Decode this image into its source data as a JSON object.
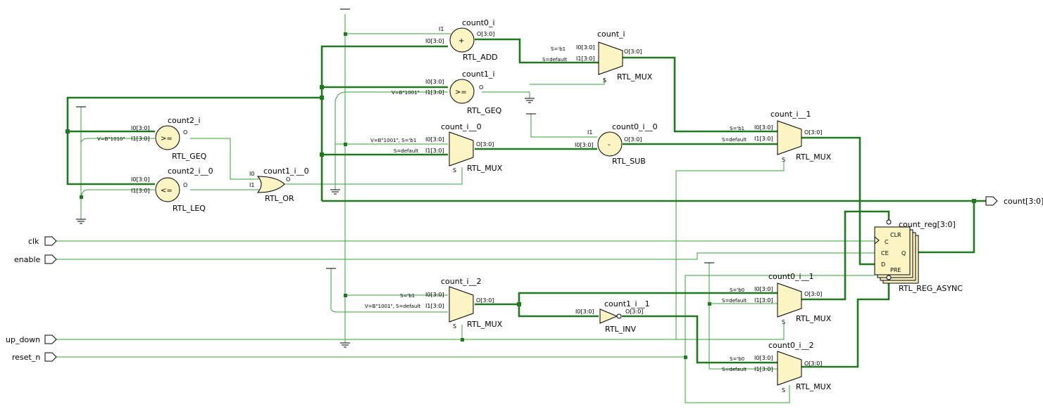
{
  "ports": {
    "clk": "clk",
    "enable": "enable",
    "up_down": "up_down",
    "reset_n": "reset_n",
    "count": "count[3:0]"
  },
  "cells": {
    "count0_i": {
      "name": "count0_i",
      "type": "RTL_ADD",
      "pin_i1": "I1",
      "pin_i0": "I0[3:0]",
      "pin_o": "O[3:0]",
      "op": "+"
    },
    "count1_i": {
      "name": "count1_i",
      "type": "RTL_GEQ",
      "pin_i0": "I0[3:0]",
      "pin_i1": "I1[3:0]",
      "pin_o": "O",
      "op": ">=",
      "const": "V=B\"1001\""
    },
    "count2_i": {
      "name": "count2_i",
      "type": "RTL_GEQ",
      "pin_i0": "I0[3:0]",
      "pin_i1": "I1[3:0]",
      "pin_o": "O",
      "op": ">=",
      "const": "V=B\"1010\""
    },
    "count2_i__0": {
      "name": "count2_i__0",
      "type": "RTL_LEQ",
      "pin_i0": "I0[3:0]",
      "pin_i1": "I1[3:0]",
      "pin_o": "O",
      "op": "<="
    },
    "count1_i__0": {
      "name": "count1_i__0",
      "type": "RTL_OR",
      "pin_i0": "I0",
      "pin_i1": "I1",
      "pin_o": "O"
    },
    "count_i": {
      "name": "count_i",
      "type": "RTL_MUX",
      "pin_i0": "I0[3:0]",
      "pin_i1": "I1[3:0]",
      "pin_o": "O[3:0]",
      "pin_s": "S",
      "sel0": "S='b1",
      "sel1": "S=default"
    },
    "count_i__0": {
      "name": "count_i__0",
      "type": "RTL_MUX",
      "pin_i0": "I0[3:0]",
      "pin_i1": "I1[3:0]",
      "pin_o": "O[3:0]",
      "pin_s": "S",
      "sel0": "V=B\"1001\", S='b1",
      "sel1": "S=default"
    },
    "count0_i__0": {
      "name": "count0_i__0",
      "type": "RTL_SUB",
      "pin_i1": "I1",
      "pin_i0": "I0[3:0]",
      "pin_o": "O[3:0]",
      "op": "-"
    },
    "count_i__1": {
      "name": "count_i__1",
      "type": "RTL_MUX",
      "pin_i0": "I0[3:0]",
      "pin_i1": "I1[3:0]",
      "pin_o": "O[3:0]",
      "pin_s": "S",
      "sel0": "S='b1",
      "sel1": "S=default"
    },
    "count_reg": {
      "name": "count_reg[3:0]",
      "type": "RTL_REG_ASYNC",
      "pin_clr": "CLR",
      "pin_c": "C",
      "pin_ce": "CE",
      "pin_d": "D",
      "pin_pre": "PRE",
      "pin_q": "Q"
    },
    "count_i__2": {
      "name": "count_i__2",
      "type": "RTL_MUX",
      "pin_i0": "I0[3:0]",
      "pin_i1": "I1[3:0]",
      "pin_o": "O[3:0]",
      "pin_s": "S",
      "sel0": "S='b1",
      "sel1": "V=B\"1001\", S=default"
    },
    "count1_i__1": {
      "name": "count1_i__1",
      "type": "RTL_INV",
      "pin_i0": "I0[3:0]",
      "pin_o": "O[3:0]"
    },
    "count0_i__1": {
      "name": "count0_i__1",
      "type": "RTL_MUX",
      "pin_i0": "I0[3:0]",
      "pin_i1": "I1[3:0]",
      "pin_o": "O[3:0]",
      "pin_s": "S",
      "sel0": "S='b0",
      "sel1": "S=default"
    },
    "count0_i__2": {
      "name": "count0_i__2",
      "type": "RTL_MUX",
      "pin_i0": "I0[3:0]",
      "pin_i1": "I1[3:0]",
      "pin_o": "O[3:0]",
      "pin_s": "S",
      "sel0": "S='b0",
      "sel1": "S=default"
    }
  },
  "colors": {
    "wire": "#1f7a1f",
    "wire_thin": "#33a533",
    "cell_fill": "#fdf4c4"
  }
}
